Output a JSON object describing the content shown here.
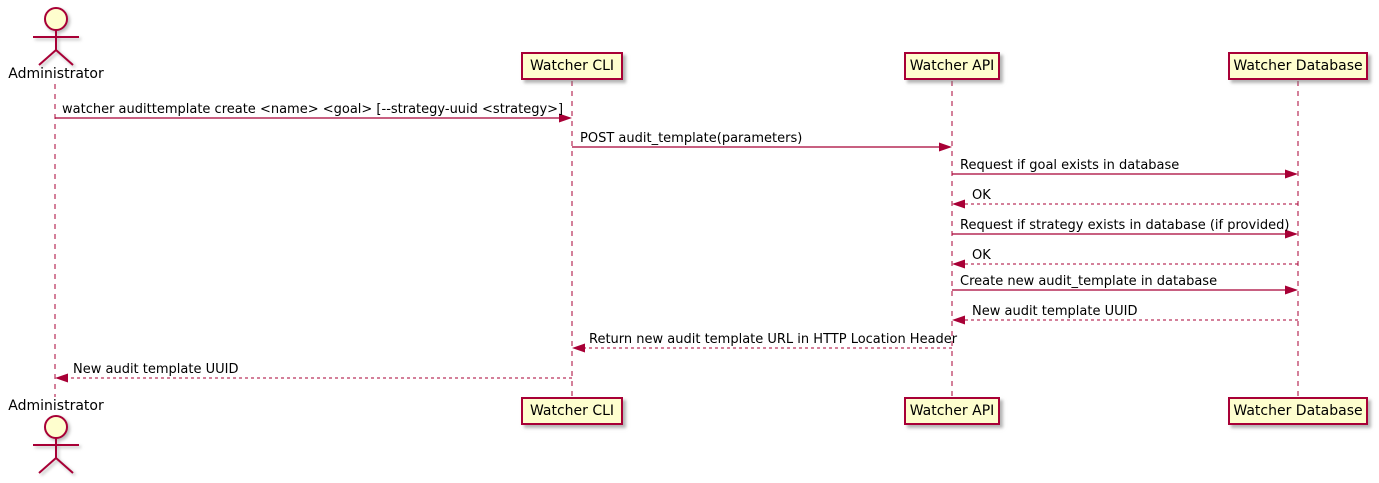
{
  "diagram": {
    "type": "sequence",
    "colors": {
      "participant_fill": "#fefece",
      "line_stroke": "#a80036",
      "text": "#000000",
      "background": "#ffffff"
    },
    "actor": {
      "name": "Administrator"
    },
    "participants": [
      {
        "name": "Watcher CLI"
      },
      {
        "name": "Watcher API"
      },
      {
        "name": "Watcher Database"
      }
    ],
    "messages": [
      {
        "from": "Administrator",
        "to": "Watcher CLI",
        "style": "solid",
        "label": "watcher audittemplate create <name> <goal> [--strategy-uuid <strategy>]"
      },
      {
        "from": "Watcher CLI",
        "to": "Watcher API",
        "style": "solid",
        "label": "POST audit_template(parameters)"
      },
      {
        "from": "Watcher API",
        "to": "Watcher Database",
        "style": "solid",
        "label": "Request if goal exists in database"
      },
      {
        "from": "Watcher Database",
        "to": "Watcher API",
        "style": "dashed",
        "label": "OK"
      },
      {
        "from": "Watcher API",
        "to": "Watcher Database",
        "style": "solid",
        "label": "Request if strategy exists in database (if provided)"
      },
      {
        "from": "Watcher Database",
        "to": "Watcher API",
        "style": "dashed",
        "label": "OK"
      },
      {
        "from": "Watcher API",
        "to": "Watcher Database",
        "style": "solid",
        "label": "Create new audit_template in database"
      },
      {
        "from": "Watcher Database",
        "to": "Watcher API",
        "style": "dashed",
        "label": "New audit template UUID"
      },
      {
        "from": "Watcher API",
        "to": "Watcher CLI",
        "style": "dashed",
        "label": "Return new audit template URL in HTTP Location Header"
      },
      {
        "from": "Watcher CLI",
        "to": "Administrator",
        "style": "dashed",
        "label": "New audit template UUID"
      }
    ]
  }
}
